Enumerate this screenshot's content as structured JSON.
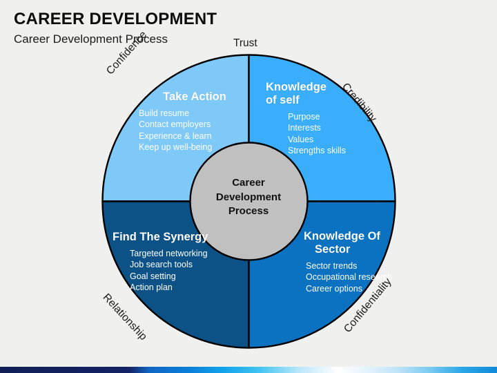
{
  "header": {
    "title": "CAREER DEVELOPMENT",
    "subtitle": "Career Development Process"
  },
  "diagram": {
    "center": {
      "line1": "Career",
      "line2": "Development",
      "line3": "Process"
    },
    "outer_labels": {
      "top": "Trust",
      "top_left": "Confidence",
      "top_right": "Credibility",
      "bottom_left": "Relationship",
      "bottom_right": "Confidentiality"
    },
    "quadrants": [
      {
        "id": "take-action",
        "title": "Take Action",
        "color": "#7ec9f8",
        "items": [
          "Build resume",
          "Contact employers",
          "Experience & learn",
          "Keep up well-being"
        ],
        "items_text": "Build resume\nContact employers\nExperience & learn\nKeep up well-being"
      },
      {
        "id": "knowledge-of-self",
        "title_line1": "Knowledge",
        "title_line2": "of self",
        "color": "#3aaefb",
        "items": [
          "Purpose",
          "Interests",
          "Values",
          "Strengths skills"
        ],
        "items_text": "Purpose\nInterests\nValues\nStrengths skills"
      },
      {
        "id": "find-the-synergy",
        "title": "Find The Synergy",
        "color": "#0d5286",
        "items": [
          "Targeted networking",
          "Job search tools",
          "Goal setting",
          "Action plan"
        ],
        "items_text": "Targeted networking\nJob search tools\nGoal setting\nAction plan"
      },
      {
        "id": "knowledge-of-sector",
        "title_line1": "Knowledge Of",
        "title_line2": "Sector",
        "color": "#0a72c0",
        "items": [
          "Sector trends",
          "Occupational research",
          "Career options"
        ],
        "items_text": "Sector trends\nOccupational research\nCareer options"
      }
    ],
    "hub_color": "#c0c0c0",
    "stroke_color": "#000000",
    "background": "#f0f0ef"
  }
}
